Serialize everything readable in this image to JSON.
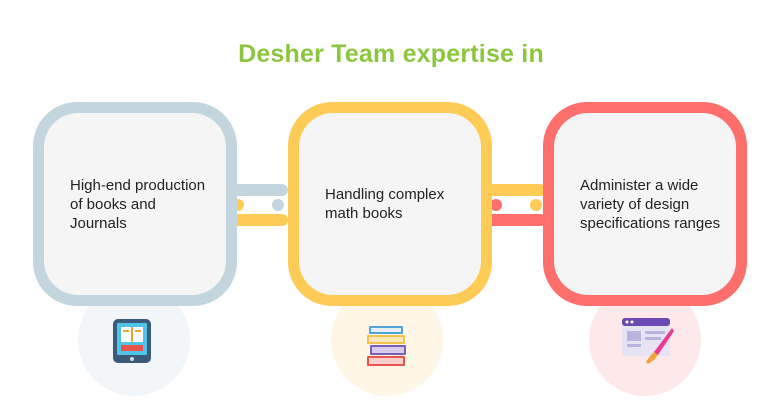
{
  "title": "Desher Team expertise in",
  "colors": {
    "title": "#8cc63f",
    "card1": "#c3d6df",
    "card2": "#fecb57",
    "card3": "#fe6f6c"
  },
  "cards": [
    {
      "text": "High-end production of books and Journals",
      "icon": "tablet-book-icon"
    },
    {
      "text": "Handling complex math books",
      "icon": "book-stack-icon"
    },
    {
      "text": "Administer a wide variety of design specifications ranges",
      "icon": "design-brush-icon"
    }
  ]
}
